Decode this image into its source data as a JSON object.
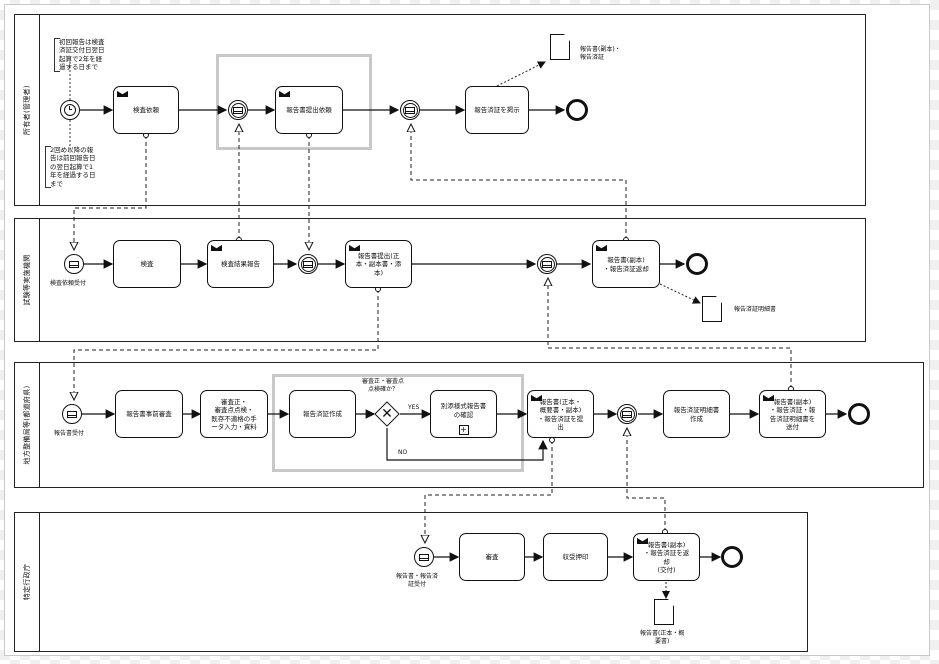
{
  "pools": [
    {
      "label": "所有者(管理者)"
    },
    {
      "label": "試験等実施機関"
    },
    {
      "label": "地方整備局等(都道府県)"
    },
    {
      "label": "特定行政庁"
    }
  ],
  "lane1": {
    "annotation_top": [
      "初回報告は検査",
      "済証交付日翌日",
      "起算で2年を経",
      "過する日まで"
    ],
    "annotation_bottom": [
      "2回め以降の報",
      "告は前回報告日",
      "の翌日起算で1",
      "年を経過する日",
      "まで"
    ],
    "task_request": "検査依頼",
    "task_submit_request": "報告書提出依頼",
    "task_display": "報告済証を掲示",
    "doc_label": [
      "報告書(副本)・",
      "報告済証"
    ]
  },
  "lane2": {
    "start_label": "検査依頼受付",
    "task_inspect": "検査",
    "task_report": "検査結果報告",
    "task_submit": [
      "報告書提出(正",
      "本・副本書・添",
      "本)"
    ],
    "task_return": [
      "報告書(副本)",
      "・報告済証返却"
    ],
    "doc_label": "報告済証明細書"
  },
  "lane3": {
    "start_label": "報告書受付",
    "task_preview": "報告書事前審査",
    "task_check": [
      "審査正・",
      "審査点点検・",
      "既存不適格の手",
      "ータ入力・資料"
    ],
    "task_certificate": "報告済証作成",
    "gateway_question": [
      "審査正・審査点",
      "点検確か？"
    ],
    "yes_label": "YES",
    "no_label": "NO",
    "task_separate": [
      "別添様式報告書",
      "の確認"
    ],
    "sub_marker": "+",
    "task_submit_back": [
      "報告書(正本・",
      "概要書・副本)",
      "・報告済証を提",
      "出"
    ],
    "task_detail": [
      "報告済証明細書",
      "作成"
    ],
    "task_deliver": [
      "報告書(副本)",
      "・報告済証・報",
      "告済証明細書を",
      "送付"
    ]
  },
  "lane4": {
    "start_label": [
      "報告書・報告済",
      "証受付"
    ],
    "task_review": "審査",
    "task_stamp": "収受押印",
    "task_return": [
      "報告書(副本)",
      "・報告済証を返",
      "却",
      "(交付)"
    ],
    "doc_label": [
      "報告書(正本・概",
      "要書)"
    ]
  }
}
